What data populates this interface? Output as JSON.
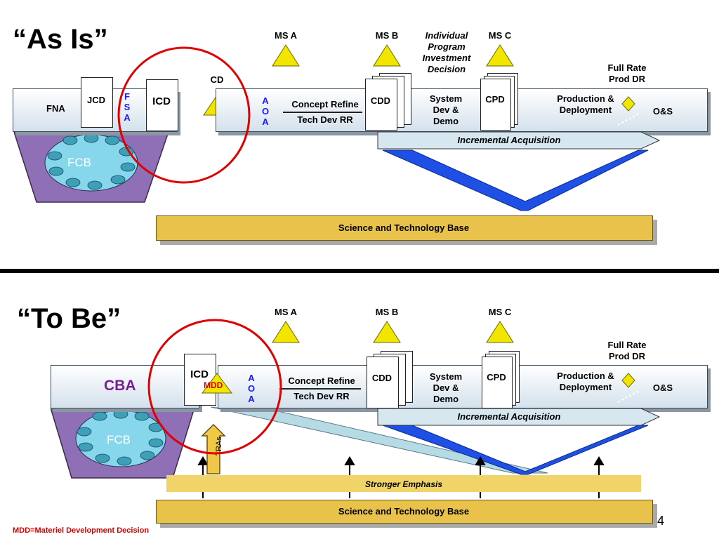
{
  "top": {
    "title": "“As Is”",
    "ms_a": "MS A",
    "ms_b": "MS B",
    "ms_c": "MS C",
    "decision": "Individual Program Investment Decision",
    "decision_lines": [
      "Individual",
      "Program",
      "Investment",
      "Decision"
    ],
    "full_rate": [
      "Full Rate",
      "Prod DR"
    ],
    "cd": "CD",
    "fna": "FNA",
    "jcd": "JCD",
    "fsa": [
      "F",
      "S",
      "A"
    ],
    "icd": "ICD",
    "aoa": [
      "A",
      "O",
      "A"
    ],
    "concept_refine": "Concept Refine",
    "tech_dev": "Tech Dev RR",
    "cdd": "CDD",
    "system_dev": [
      "System",
      "Dev &",
      "Demo"
    ],
    "cpd": "CPD",
    "production": [
      "Production &",
      "Deployment"
    ],
    "os": "O&S",
    "incremental": "Incremental Acquisition",
    "fcb": "FCB",
    "st_base": "Science and Technology Base"
  },
  "bottom": {
    "title": "“To Be”",
    "ms_a": "MS A",
    "ms_b": "MS B",
    "ms_c": "MS C",
    "full_rate": [
      "Full Rate",
      "Prod DR"
    ],
    "cba": "CBA",
    "icd": "ICD",
    "mdd": "MDD",
    "aoa": [
      "A",
      "O",
      "A"
    ],
    "concept_refine": "Concept Refine",
    "tech_dev": "Tech Dev RR",
    "cdd": "CDD",
    "system_dev": [
      "System",
      "Dev &",
      "Demo"
    ],
    "cpd": "CPD",
    "production": [
      "Production &",
      "Deployment"
    ],
    "os": "O&S",
    "incremental": "Incremental Acquisition",
    "fcb": "FCB",
    "tras": "TRAs",
    "stronger": "Stronger Emphasis",
    "st_base": "Science and Technology Base"
  },
  "page_number": "4",
  "footnote": "MDD=Materiel Development Decision",
  "colors": {
    "bar_border": "#3a4a5a",
    "st_gold": "#e8c24a",
    "triangle": "#f2e600",
    "circle": "#e00000",
    "incremental_blue": "#1e50e6",
    "fcb_purple": "#8f6fb5"
  }
}
